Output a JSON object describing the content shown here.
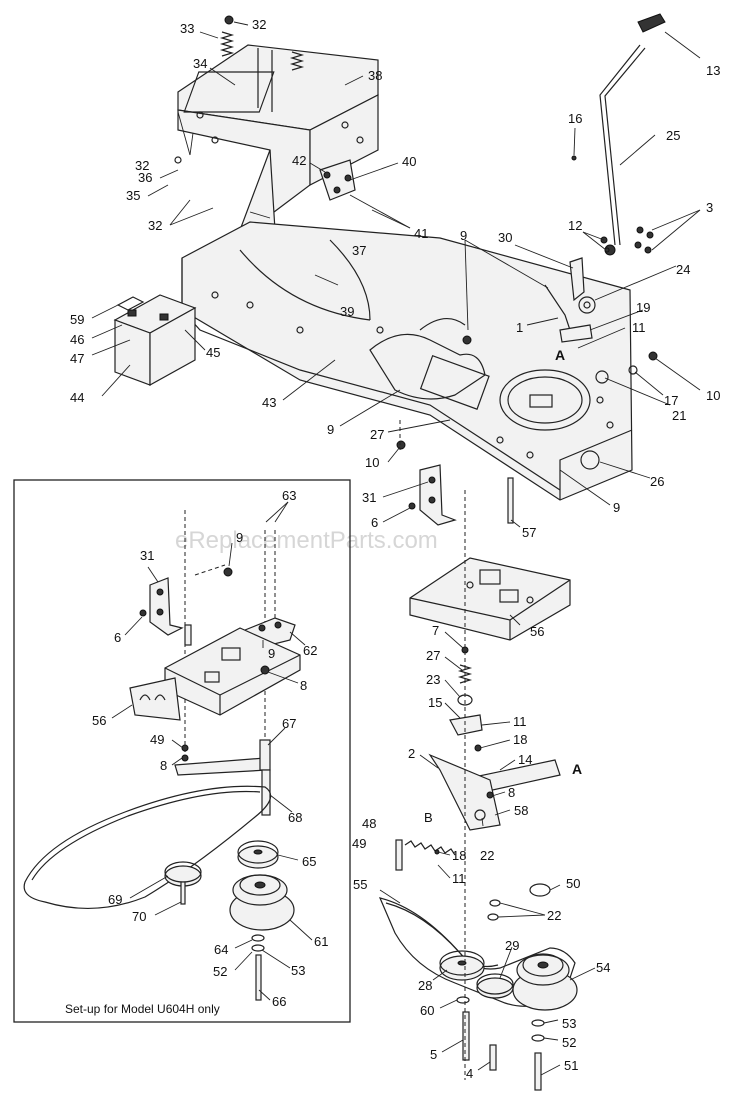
{
  "watermark": "eReplacementParts.com",
  "inset_caption": "Set-up for Model U604H only",
  "letters": [
    "A",
    "A",
    "B"
  ],
  "callouts": {
    "c33": "33",
    "c32a": "32",
    "c34": "34",
    "c38": "38",
    "c32b": "32",
    "c36": "36",
    "c35": "35",
    "c32c": "32",
    "c42": "42",
    "c40": "40",
    "c41": "41",
    "c37": "37",
    "c39": "39",
    "c13": "13",
    "c16": "16",
    "c25": "25",
    "c3": "3",
    "c12": "12",
    "c9a": "9",
    "c30": "30",
    "c24": "24",
    "c19": "19",
    "c1": "1",
    "c11a": "11",
    "c10a": "10",
    "c17": "17",
    "c21": "21",
    "c59": "59",
    "c46": "46",
    "c47": "47",
    "c45": "45",
    "c44": "44",
    "c43": "43",
    "c9b": "9",
    "c27a": "27",
    "c10b": "10",
    "c26": "26",
    "c31a": "31",
    "c6a": "6",
    "c9c": "9",
    "c57": "57",
    "c63": "63",
    "c9d": "9",
    "c31b": "31",
    "c6b": "6",
    "c62": "62",
    "c9e": "9",
    "c56a": "56",
    "c8a": "8",
    "c49a": "49",
    "c67": "67",
    "c8b": "8",
    "c68": "68",
    "c65": "65",
    "c69": "69",
    "c70": "70",
    "c61": "61",
    "c64": "64",
    "c53a": "53",
    "c52a": "52",
    "c66": "66",
    "c56b": "56",
    "c7": "7",
    "c27b": "27",
    "c23": "23",
    "c15": "15",
    "c11b": "11",
    "c18a": "18",
    "c14": "14",
    "c2": "2",
    "c8c": "8",
    "c58": "58",
    "c48": "48",
    "c49b": "49",
    "c18b": "18",
    "c22a": "22",
    "c11c": "11",
    "c55": "55",
    "c50": "50",
    "c22b": "22",
    "c29": "29",
    "c28": "28",
    "c54": "54",
    "c60": "60",
    "c53b": "53",
    "c5": "5",
    "c52b": "52",
    "c4": "4",
    "c51": "51"
  }
}
